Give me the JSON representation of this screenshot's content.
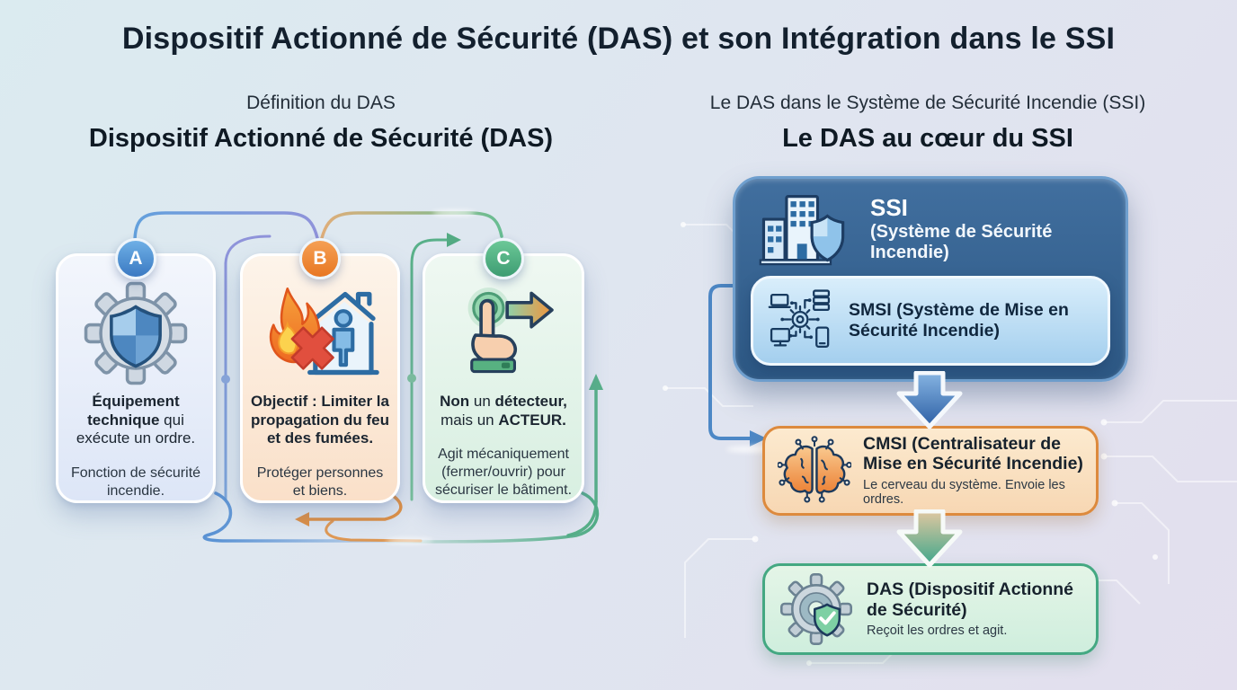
{
  "title": "Dispositif Actionné de Sécurité (DAS) et son Intégration dans le SSI",
  "left_panel": {
    "subtitle": "Définition du DAS",
    "heading": "Dispositif Actionné de Sécurité (DAS)",
    "cards": [
      {
        "badge": "A",
        "icon": "gear-shield-icon",
        "accent_color": "#4d8ed2",
        "primary": [
          {
            "t": "Équipement technique",
            "b": true
          },
          {
            "t": " qui exécute un ordre.",
            "b": false
          }
        ],
        "secondary": "Fonction de sécurité incendie."
      },
      {
        "badge": "B",
        "icon": "fire-house-icon",
        "accent_color": "#ef8435",
        "primary": [
          {
            "t": "Objectif : Limiter la propagation du feu et des fumées.",
            "b": true
          }
        ],
        "secondary": "Protéger personnes et biens."
      },
      {
        "badge": "C",
        "icon": "press-button-icon",
        "accent_color": "#4fae82",
        "primary": [
          {
            "t": "Non",
            "b": true
          },
          {
            "t": " un ",
            "b": false
          },
          {
            "t": "détecteur,",
            "b": true
          },
          {
            "t": " mais un ",
            "b": false
          },
          {
            "t": "ACTEUR.",
            "b": true
          }
        ],
        "secondary": "Agit mécaniquement (fermer/ouvrir) pour sécuriser le bâtiment."
      }
    ]
  },
  "right_panel": {
    "subtitle": "Le DAS dans le Système de Sécurité Incendie (SSI)",
    "heading": "Le DAS au cœur du SSI",
    "flow": {
      "ssi": {
        "icon": "building-shield-icon",
        "title": "SSI",
        "subtitle": "(Système de Sécurité Incendie)",
        "color": "#35618f"
      },
      "smsi": {
        "icon": "network-devices-icon",
        "title": "SMSI (Système de Mise en Sécurité Incendie)",
        "color": "#bcdcf2"
      },
      "cmsi": {
        "icon": "brain-network-icon",
        "title": "CMSI (Centralisateur de Mise en Sécurité Incendie)",
        "desc": "Le cerveau du système. Envoie les ordres.",
        "color": "#f8ddbd"
      },
      "das": {
        "icon": "gear-shield-check-icon",
        "title": "DAS (Dispositif Actionné de Sécurité)",
        "desc": "Reçoit les ordres et agit.",
        "color": "#dbf2e1"
      }
    }
  }
}
